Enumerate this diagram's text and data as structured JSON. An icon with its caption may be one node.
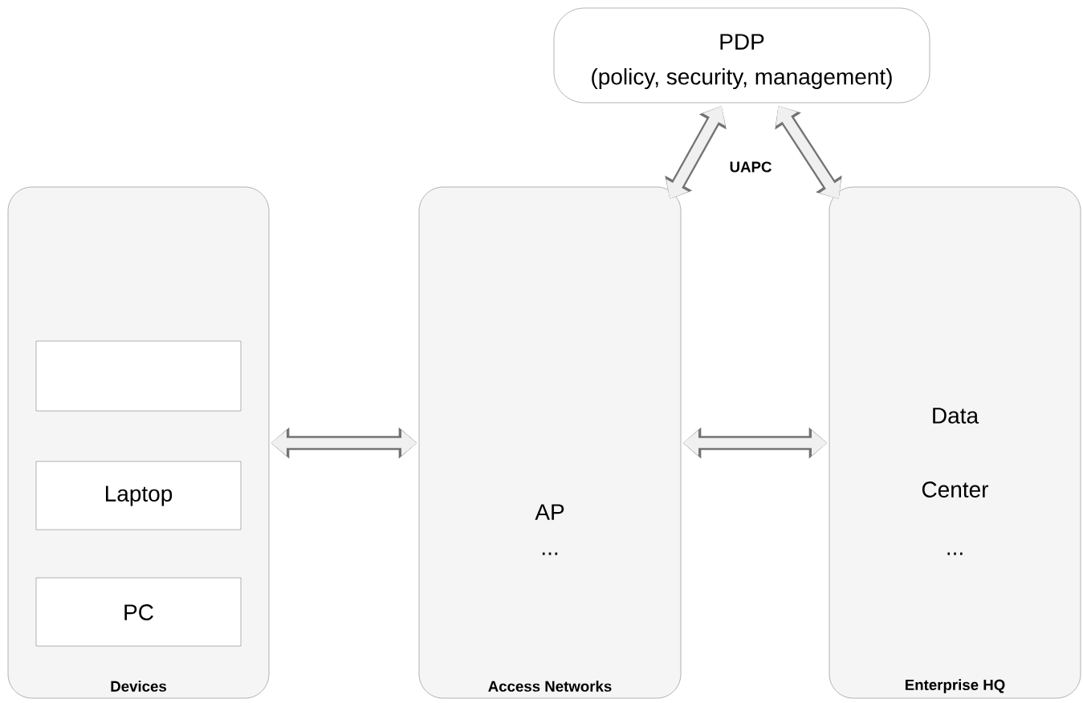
{
  "diagram": {
    "nodes": [
      {
        "text": [
          "PDP",
          "(policy, security, management)"
        ]
      },
      {
        "text": [
          "Devices"
        ]
      },
      {
        "text": [],
        "shape": "box",
        "in": 1
      },
      {
        "text": [
          "Laptop"
        ],
        "in": 1
      },
      {
        "text": [
          "PC"
        ],
        "in": 1
      },
      {
        "text": [
          "AP",
          "...",
          "Access Networks"
        ]
      },
      {
        "text": [
          "Data",
          "Center",
          "...",
          "Enterprise HQ"
        ]
      }
    ],
    "edges": [
      {
        "from": 1,
        "to": 5,
        "arrow": "both"
      },
      {
        "from": 5,
        "to": 6,
        "arrow": "both"
      },
      {
        "from": 5,
        "to": 0,
        "arrow": "both"
      },
      {
        "from": 0,
        "to": 6,
        "arrow": "both"
      }
    ],
    "labels": [
      "UAPC"
    ]
  }
}
